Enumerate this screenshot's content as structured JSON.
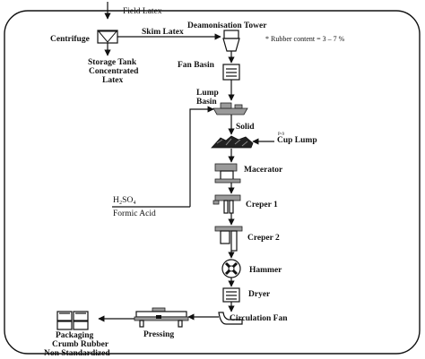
{
  "labels": {
    "field_latex": "Field Latex",
    "deamonisation_tower": "Deamonisation Tower",
    "centrifuge": "Centrifuge",
    "skim_latex": "Skim Latex",
    "rubber_content": "* Rubber content = 3 – 7 %",
    "fan_basin": "Fan Basin",
    "storage_tank": "Storage Tank",
    "concentrated": "Concentrated",
    "latex": "Latex",
    "lump": "Lump",
    "basin": "Basin",
    "solid": "Solid",
    "p9": "P-9",
    "cup_lump": "Cup Lump",
    "macerator": "Macerator",
    "h2so4": "H₂SO₄",
    "formic_acid": "Formic Acid",
    "creper1": "Creper 1",
    "creper2": "Creper 2",
    "hammer": "Hammer",
    "dryer": "Dryer",
    "circulation_fan": "Circulation Fan",
    "pressing": "Pressing",
    "packaging": "Packaging",
    "crumb_rubber": "Crumb Rubber",
    "non_standardized": "Non Standardized"
  }
}
